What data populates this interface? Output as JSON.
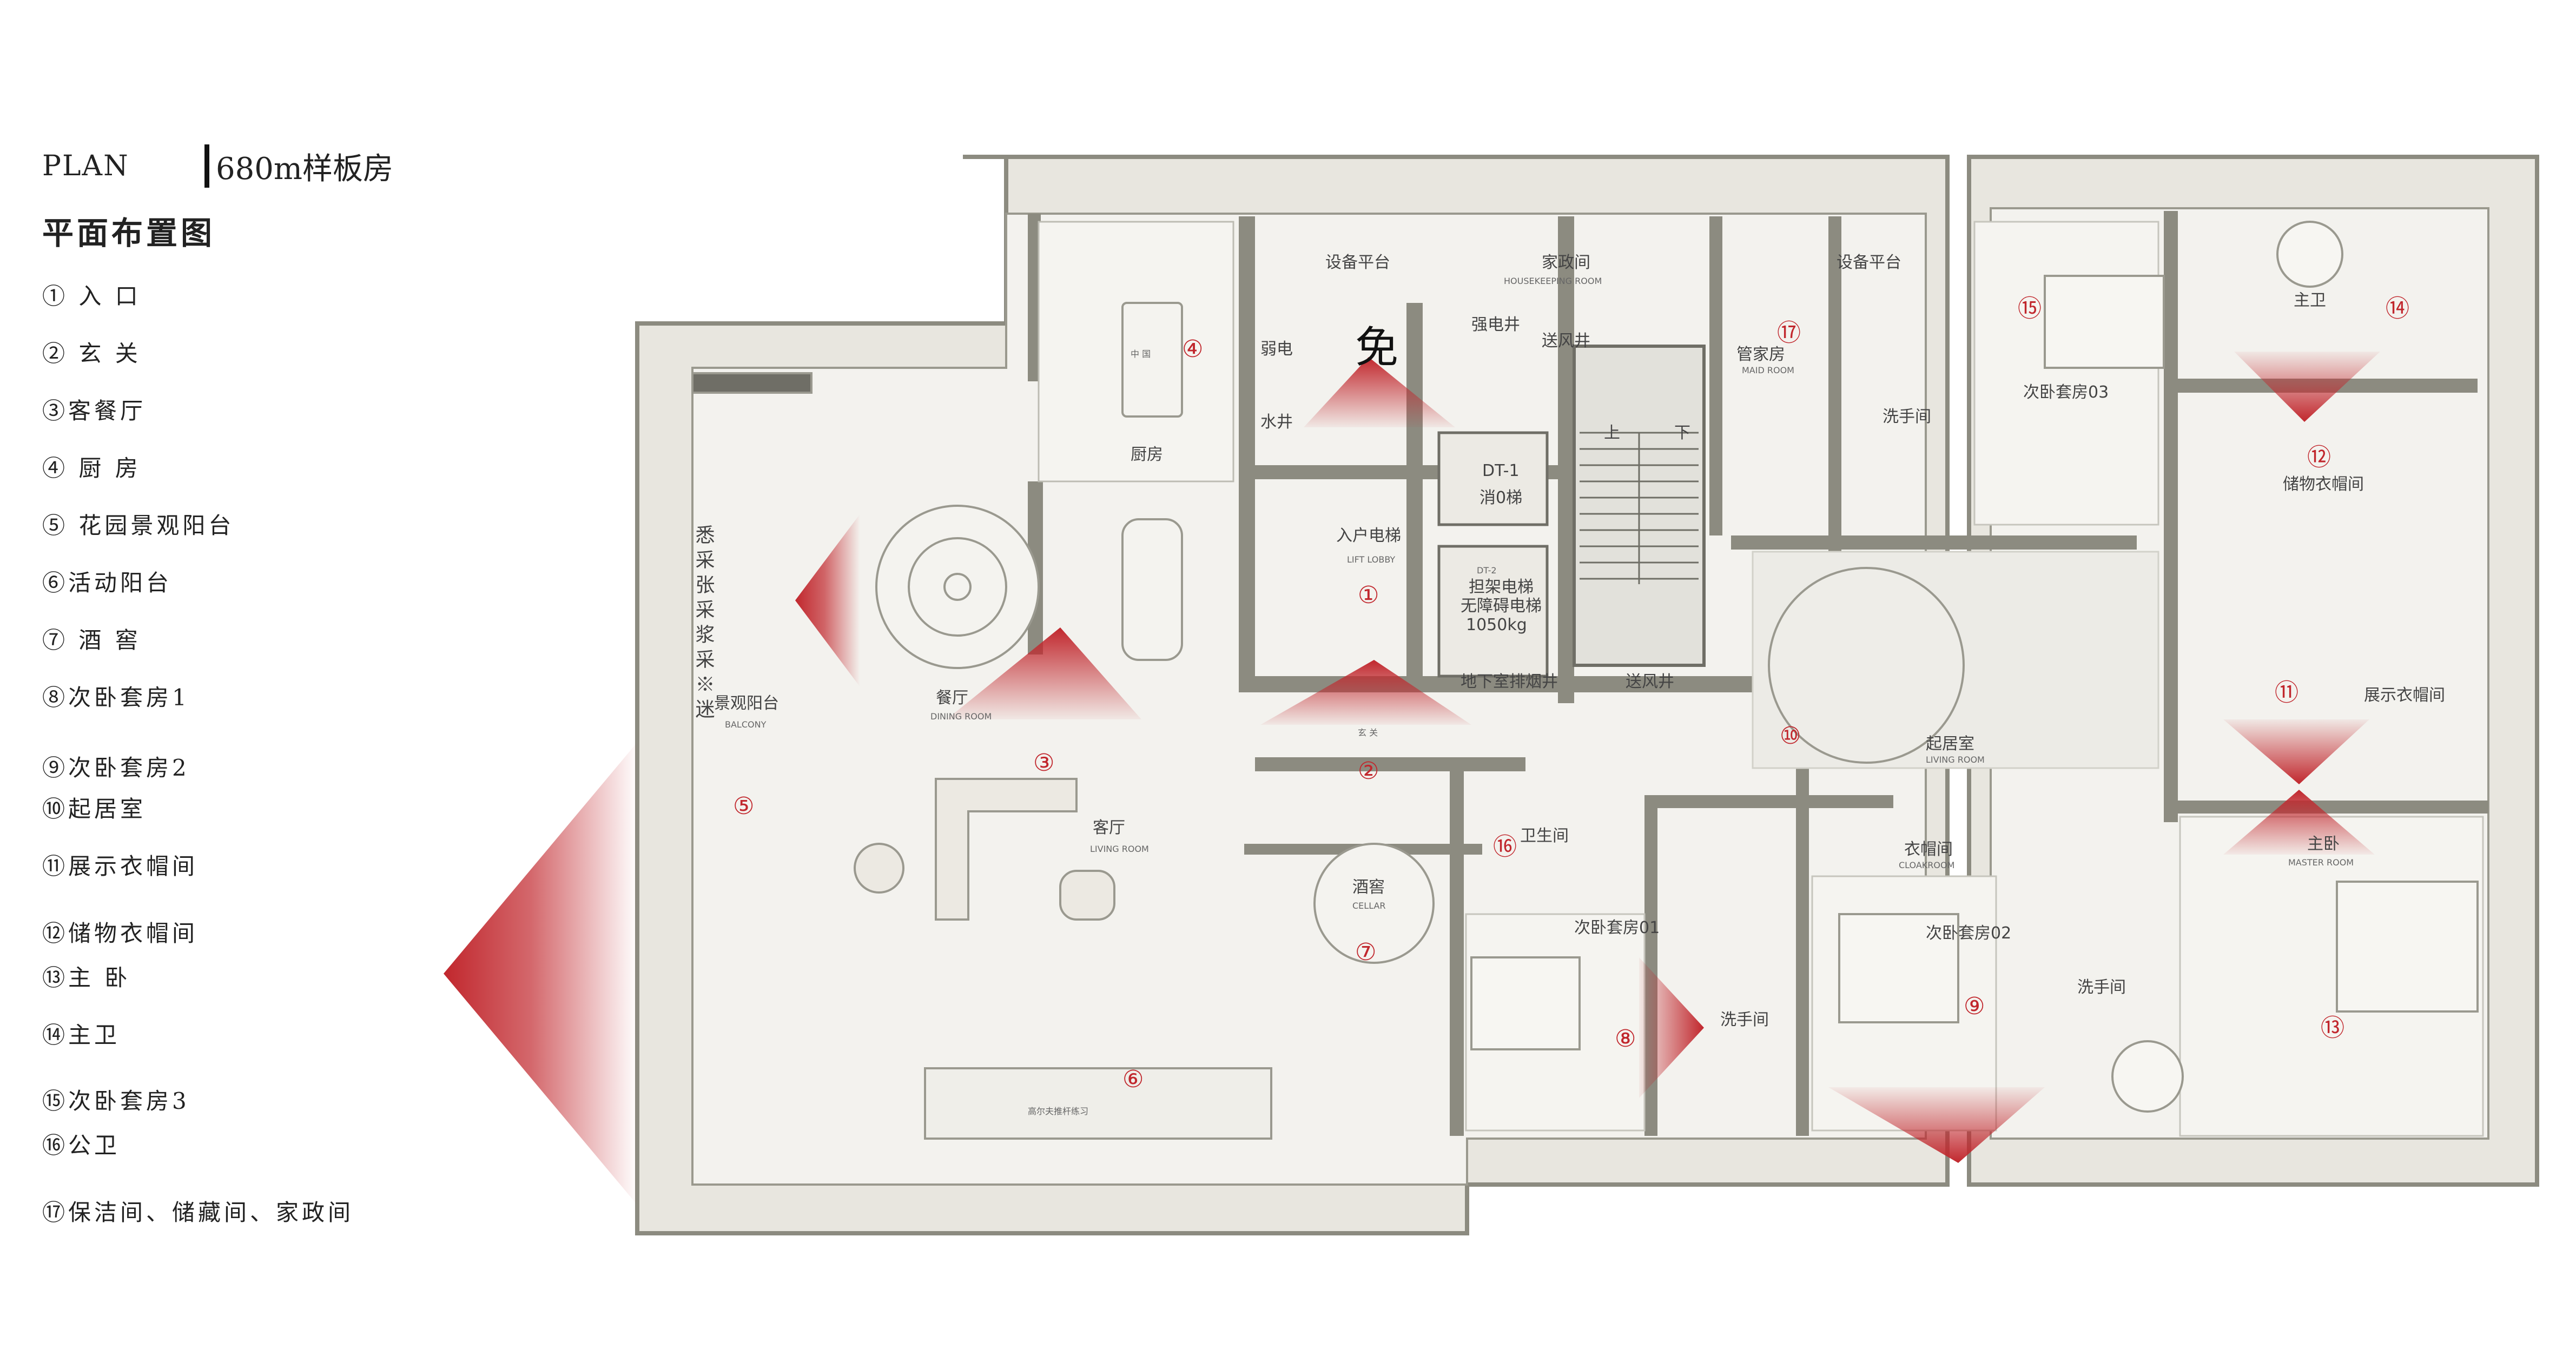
{
  "header": {
    "plan_word": "PLAN",
    "subtitle": "680m样板房",
    "title": "平面布置图"
  },
  "legend": [
    "① 入 口",
    "② 玄 关",
    "③客餐厅",
    "④ 厨 房",
    "⑤  花园景观阳台",
    "⑥活动阳台",
    "⑦ 酒 窖",
    "⑧次卧套房1",
    "⑨次卧套房2",
    "⑩起居室",
    "⑪展示衣帽间",
    "⑫储物衣帽间",
    "⑬主 卧",
    "⑭主卫",
    "⑮次卧套房3",
    "⑯公卫",
    "⑰保洁间、储藏间、家政间"
  ],
  "rooms": {
    "lobby": "入户电梯",
    "lobby_en": "LIFT LOBBY",
    "foyer": "玄 关",
    "living": "客厅",
    "living_en": "LIVING ROOM",
    "dining": "餐厅",
    "dining_en": "DINING ROOM",
    "kitchen": "厨房",
    "chinese_kitchen": "中 国",
    "cellar": "酒窖",
    "cellar_en": "CELLAR",
    "balcony": "景观阳台",
    "balcony_en": "BALCONY",
    "golf": "高尔夫推杆练习",
    "lounge": "起居室",
    "lounge_en": "LIVING ROOM",
    "suite01": "次卧套房01",
    "suite02": "次卧套房02",
    "suite03": "次卧套房03",
    "master": "主卧",
    "master_en": "MASTER ROOM",
    "master_bath": "主卫",
    "display_closet": "展示衣帽间",
    "storage_closet": "储物衣帽间",
    "cloak": "衣帽间",
    "cloak_en": "CLOAKROOM",
    "washroom": "洗手间",
    "public_wc": "卫生间",
    "housekeeping": "家政间",
    "housekeeping_en": "HOUSEKEEPING ROOM",
    "maid": "管家房",
    "maid_en": "MAID ROOM",
    "equip1": "设备平台",
    "equip2": "设备平台",
    "dt1_code": "DT-1",
    "dt1": "消0梯",
    "dt2_code": "DT-2",
    "dt2_a": "担架电梯",
    "dt2_b": "无障碍电梯",
    "dt2_c": "1050kg",
    "weak": "弱电",
    "strong": "强电井",
    "water": "水井",
    "air1": "送风井",
    "air2": "送风井",
    "smoke": "地下室排烟井",
    "stair_up": "上",
    "stair_down": "下",
    "big_char": "免",
    "terrace_vertical": "悉采张采浆采※迷",
    "storage_word": "储物衣帽间"
  },
  "markers": [
    "①",
    "②",
    "③",
    "④",
    "⑤",
    "⑥",
    "⑦",
    "⑧",
    "⑨",
    "⑩",
    "⑪",
    "⑫",
    "⑬",
    "⑭",
    "⑮",
    "⑯",
    "⑰"
  ],
  "colors": {
    "accent": "#c1272d",
    "wall": "#8c8b80",
    "floor": "#f1f0ec",
    "plan_bg": "#e8e6df"
  }
}
